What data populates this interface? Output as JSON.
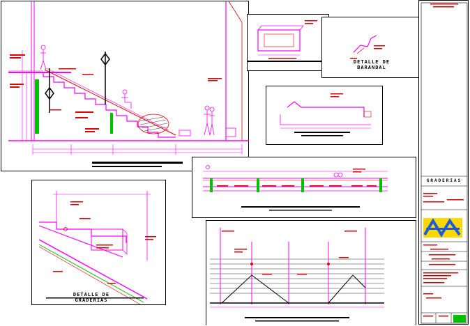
{
  "captions": {
    "detalle_barandal": "DETALLE DE\nBARANDAL",
    "detalle_graderias": "DETALLE DE\nGRADERIAS",
    "title_block_heading": "GRADERIAS"
  },
  "colors": {
    "magenta": "#ff00ff",
    "red": "#e00000",
    "green": "#00c000",
    "blue": "#1e5bd8",
    "yellow": "#ffd800",
    "black": "#000000",
    "gray": "#777777"
  },
  "icons": {
    "human_figure": "person-silhouette-icon",
    "logo": "university-logo-icon"
  }
}
